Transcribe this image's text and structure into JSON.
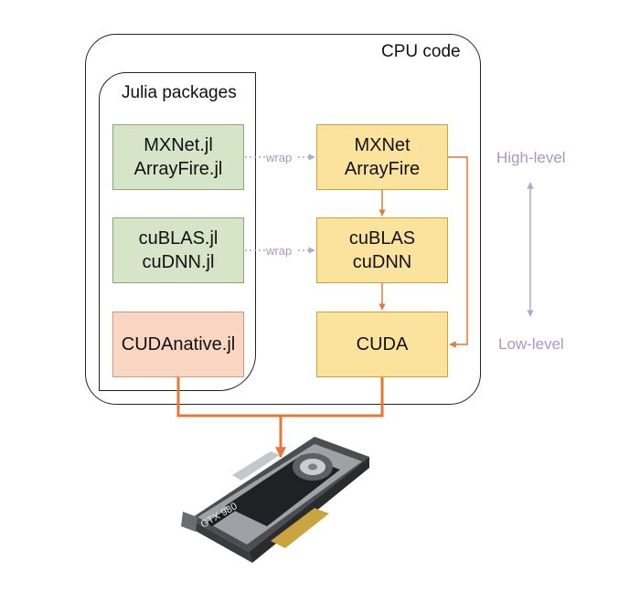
{
  "cpu_frame": {
    "title": "CPU code"
  },
  "julia_frame": {
    "title": "Julia packages"
  },
  "packages": [
    {
      "lines": [
        "MXNet.jl",
        "ArrayFire.jl"
      ]
    },
    {
      "lines": [
        "cuBLAS.jl",
        "cuDNN.jl"
      ]
    },
    {
      "lines": [
        "CUDAnative.jl"
      ]
    }
  ],
  "libraries": [
    {
      "lines": [
        "MXNet",
        "ArrayFire"
      ]
    },
    {
      "lines": [
        "cuBLAS",
        "cuDNN"
      ]
    },
    {
      "lines": [
        "CUDA"
      ]
    }
  ],
  "wrap_labels": [
    "wrap",
    "wrap"
  ],
  "levels": {
    "high": "High-level",
    "low": "Low-level"
  },
  "gpu": {
    "model_text": "GTX 980"
  },
  "colors": {
    "package_fill": "#d6e4c8",
    "native_fill": "#f8d6c1",
    "library_fill": "#fbe39d",
    "arrow_orange": "#e2793a",
    "wrap_purple": "#b3a6d4"
  }
}
